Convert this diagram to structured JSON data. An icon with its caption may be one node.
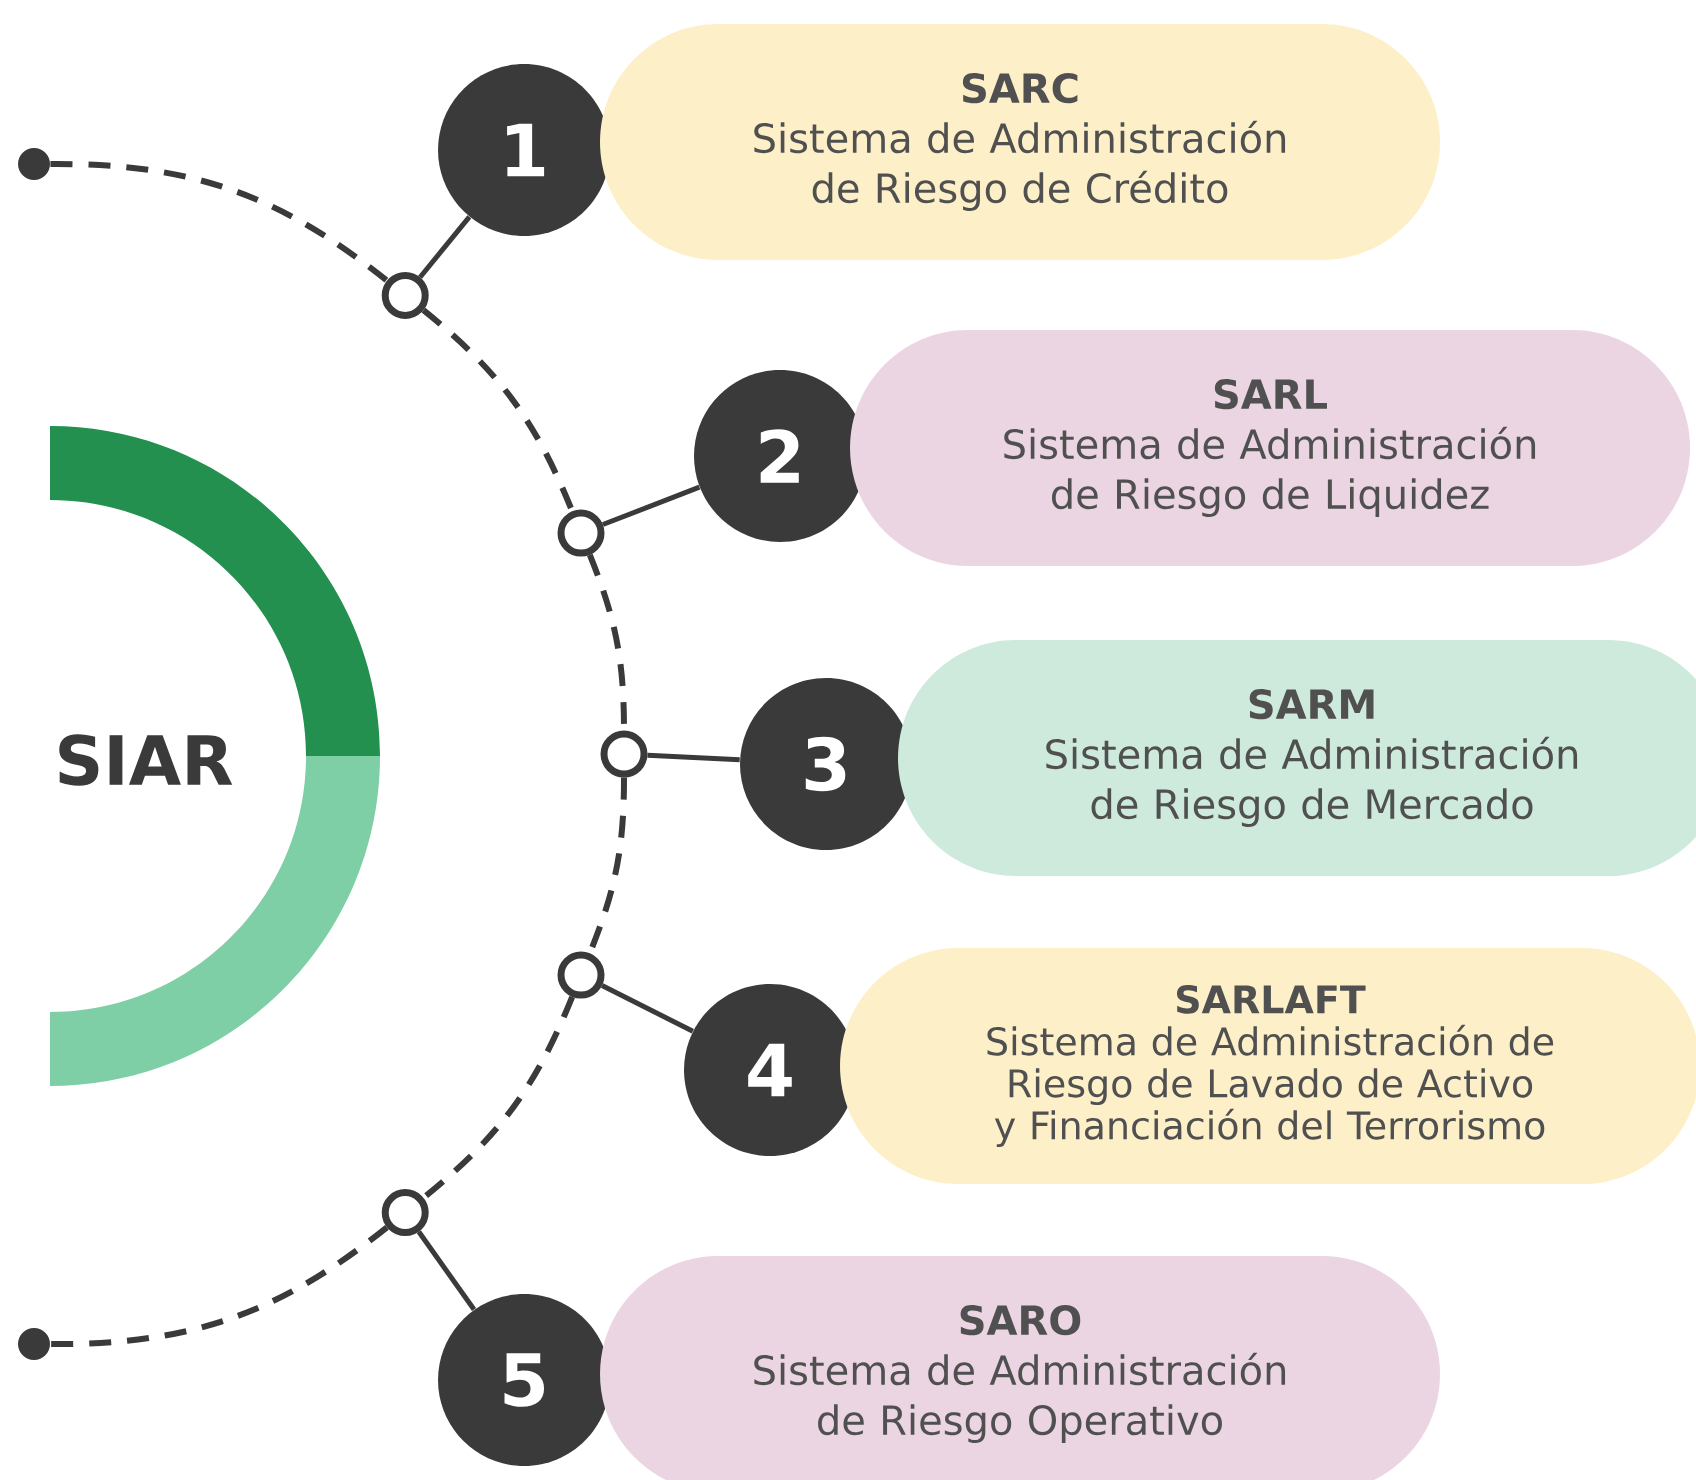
{
  "diagram": {
    "nodes": [
      {
        "text": [
          "SIAR"
        ]
      },
      {
        "text": [],
        "shape": "dot"
      },
      {
        "text": [],
        "shape": "circle"
      },
      {
        "text": [
          "1"
        ]
      },
      {
        "text": [
          "SARC",
          "Sistema de Administración de Riesgo de Crédito"
        ]
      },
      {
        "text": [],
        "shape": "circle"
      },
      {
        "text": [
          "2"
        ]
      },
      {
        "text": [
          "SARL",
          "Sistema de Administración de Riesgo de Liquidez"
        ]
      },
      {
        "text": [],
        "shape": "circle"
      },
      {
        "text": [
          "3"
        ]
      },
      {
        "text": [
          "SARM",
          "Sistema de Administración de Riesgo de Mercado"
        ]
      },
      {
        "text": [],
        "shape": "circle"
      },
      {
        "text": [
          "4"
        ]
      },
      {
        "text": [
          "SARLAFT",
          "Sistema de Administración de Riesgo de Lavado de Activo y Financiación del Terrorismo"
        ]
      },
      {
        "text": [],
        "shape": "circle"
      },
      {
        "text": [
          "5"
        ]
      },
      {
        "text": [
          "SARO",
          "Sistema de Administración de Riesgo Operativo"
        ]
      },
      {
        "text": [],
        "shape": "dot"
      }
    ],
    "edges": [
      {
        "from": 1,
        "to": 2,
        "arrow": "none",
        "style": "dashed"
      },
      {
        "from": 2,
        "to": 5,
        "arrow": "none",
        "style": "dashed"
      },
      {
        "from": 5,
        "to": 8,
        "arrow": "none",
        "style": "dashed"
      },
      {
        "from": 8,
        "to": 11,
        "arrow": "none",
        "style": "dashed"
      },
      {
        "from": 11,
        "to": 14,
        "arrow": "none",
        "style": "dashed"
      },
      {
        "from": 14,
        "to": 17,
        "arrow": "none",
        "style": "dashed"
      },
      {
        "from": 2,
        "to": 3,
        "arrow": "none"
      },
      {
        "from": 5,
        "to": 6,
        "arrow": "none"
      },
      {
        "from": 8,
        "to": 9,
        "arrow": "none"
      },
      {
        "from": 11,
        "to": 12,
        "arrow": "none"
      },
      {
        "from": 14,
        "to": 15,
        "arrow": "none"
      }
    ]
  }
}
